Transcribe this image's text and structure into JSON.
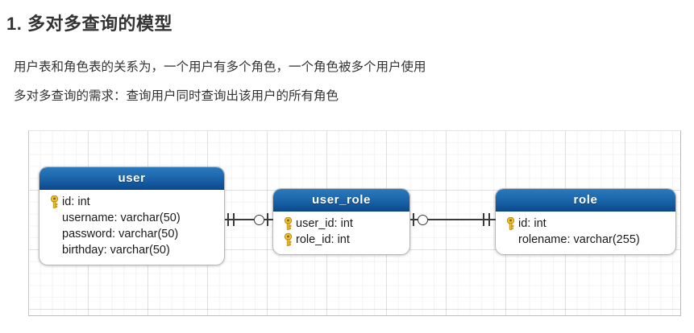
{
  "heading": "1. 多对多查询的模型",
  "paragraphs": [
    "用户表和角色表的关系为，一个用户有多个角色，一个角色被多个用户使用",
    "多对多查询的需求：查询用户同时查询出该用户的所有角色"
  ],
  "diagram": {
    "type": "er-diagram",
    "grid": true,
    "header_color": "#1f6bb0",
    "key_color": "#f0c419",
    "entities": [
      {
        "name": "user",
        "fields": [
          {
            "label": "id: int",
            "key": true
          },
          {
            "label": "username: varchar(50)",
            "key": false
          },
          {
            "label": "password: varchar(50)",
            "key": false
          },
          {
            "label": "birthday: varchar(50)",
            "key": false
          }
        ]
      },
      {
        "name": "user_role",
        "fields": [
          {
            "label": "user_id: int",
            "key": true
          },
          {
            "label": "role_id: int",
            "key": true
          }
        ]
      },
      {
        "name": "role",
        "fields": [
          {
            "label": "id: int",
            "key": true
          },
          {
            "label": "rolename: varchar(255)",
            "key": false
          }
        ]
      }
    ],
    "relationships": [
      {
        "from": "user",
        "to": "user_role",
        "from_notation": "one-and-only-one",
        "to_notation": "zero-or-one"
      },
      {
        "from": "user_role",
        "to": "role",
        "from_notation": "zero-or-one",
        "to_notation": "one-and-only-one"
      }
    ]
  }
}
